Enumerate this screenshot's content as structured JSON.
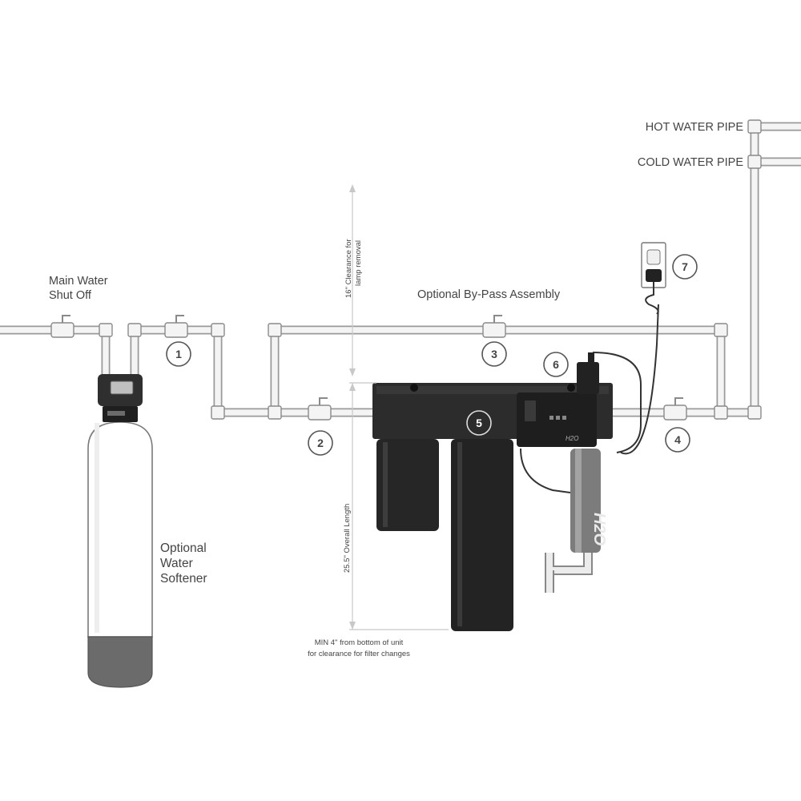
{
  "labels": {
    "main_shutoff_line1": "Main Water",
    "main_shutoff_line2": "Shut Off",
    "hot_pipe": "HOT WATER PIPE",
    "cold_pipe": "COLD WATER PIPE",
    "bypass": "Optional By-Pass Assembly",
    "softener_line1": "Optional",
    "softener_line2": "Water",
    "softener_line3": "Softener",
    "clearance_lamp_line1": "16\" Clearance for",
    "clearance_lamp_line2": "lamp removal",
    "overall_length": "25.5\" Overall Length",
    "min_clearance_line1": "MIN 4\" from bottom of unit",
    "min_clearance_line2": "for clearance for filter changes"
  },
  "callouts": [
    "1",
    "2",
    "3",
    "4",
    "5",
    "6",
    "7"
  ],
  "product_text": {
    "uv_brand": "H2O",
    "controller_brand": "H2O"
  },
  "colors": {
    "pipe_fill": "#f4f4f4",
    "pipe_stroke": "#8a8a8a",
    "unit_dark": "#2a2a2a",
    "softener_base": "#6b6b6b",
    "text": "#444444"
  }
}
